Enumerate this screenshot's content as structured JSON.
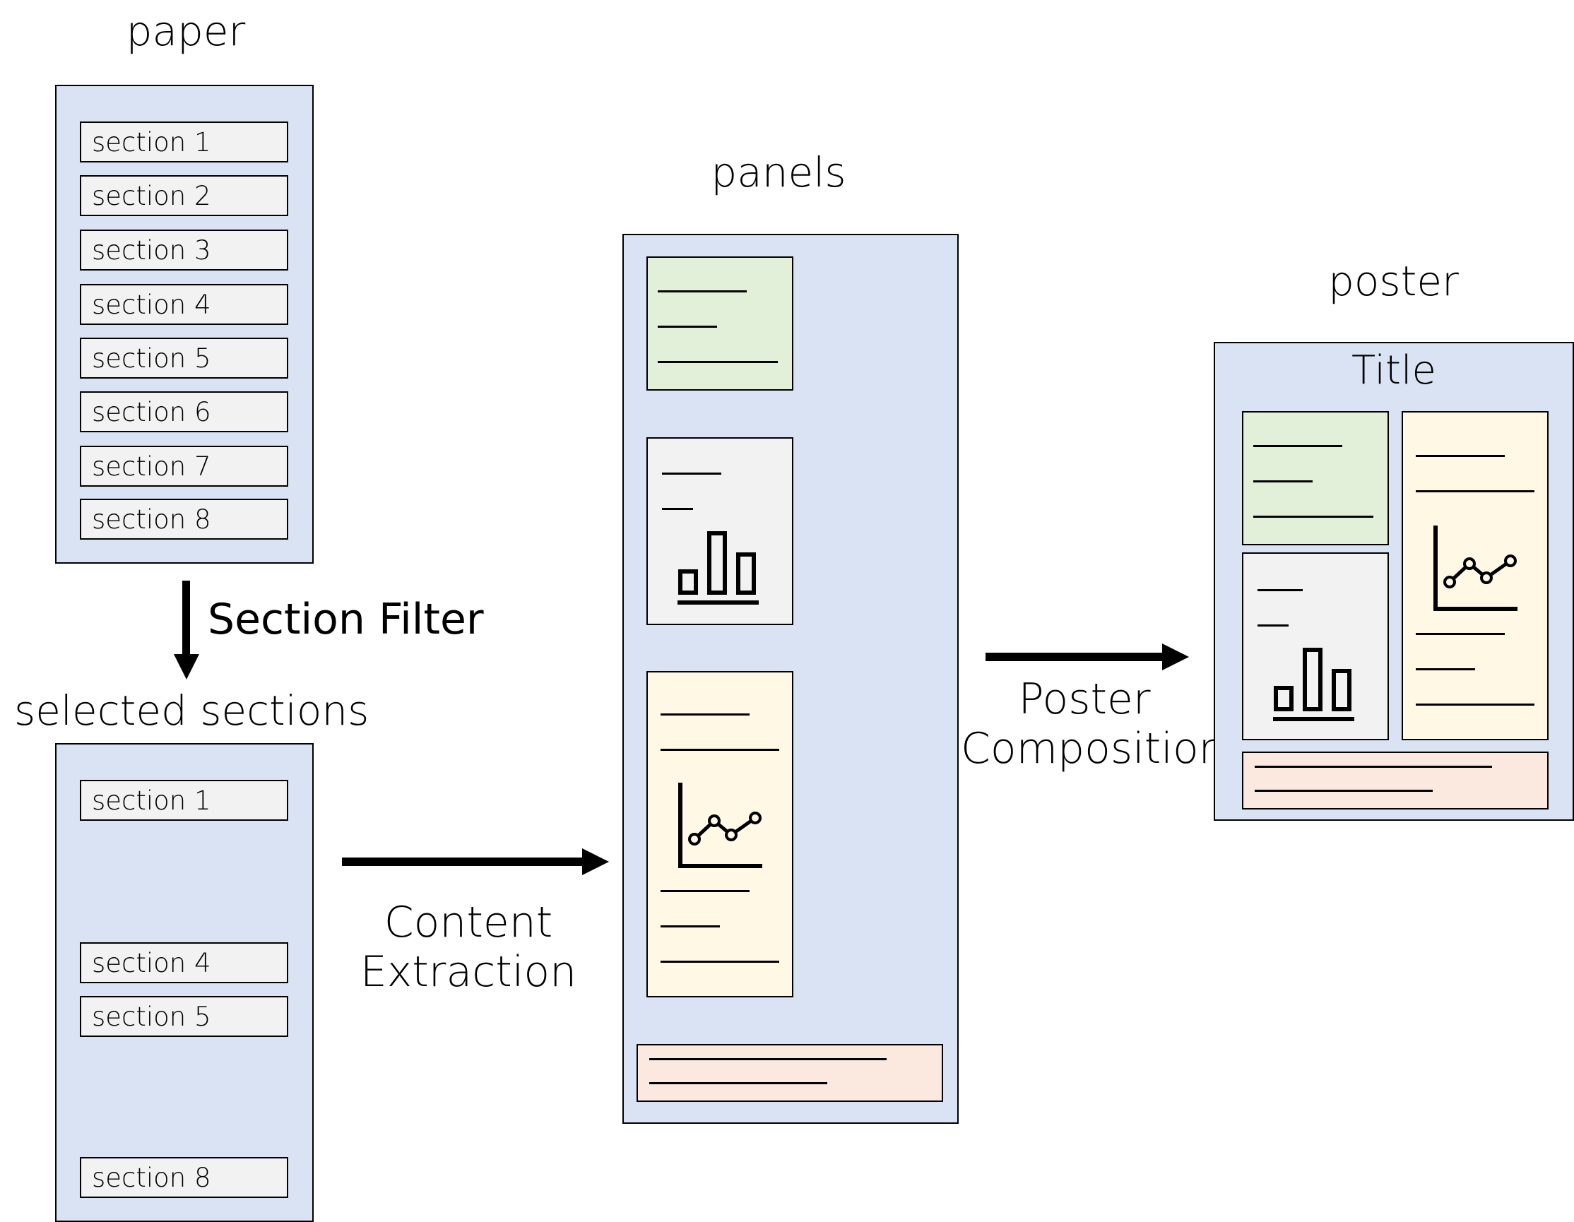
{
  "paper": {
    "heading": "paper",
    "sections": [
      "section 1",
      "section 2",
      "section 3",
      "section 4",
      "section 5",
      "section 6",
      "section 7",
      "section 8"
    ]
  },
  "section_filter": {
    "label": "Section Filter"
  },
  "selected": {
    "heading": "selected sections",
    "sections": [
      "section 1",
      "section 4",
      "section 5",
      "section 8"
    ]
  },
  "content_extraction": {
    "line1": "Content",
    "line2": "Extraction"
  },
  "panels": {
    "heading": "panels"
  },
  "poster_composition": {
    "line1": "Poster",
    "line2": "Composition"
  },
  "poster": {
    "heading": "poster",
    "title": "Title"
  },
  "icons": {
    "bar": "bar-chart-icon",
    "line": "line-chart-icon"
  }
}
